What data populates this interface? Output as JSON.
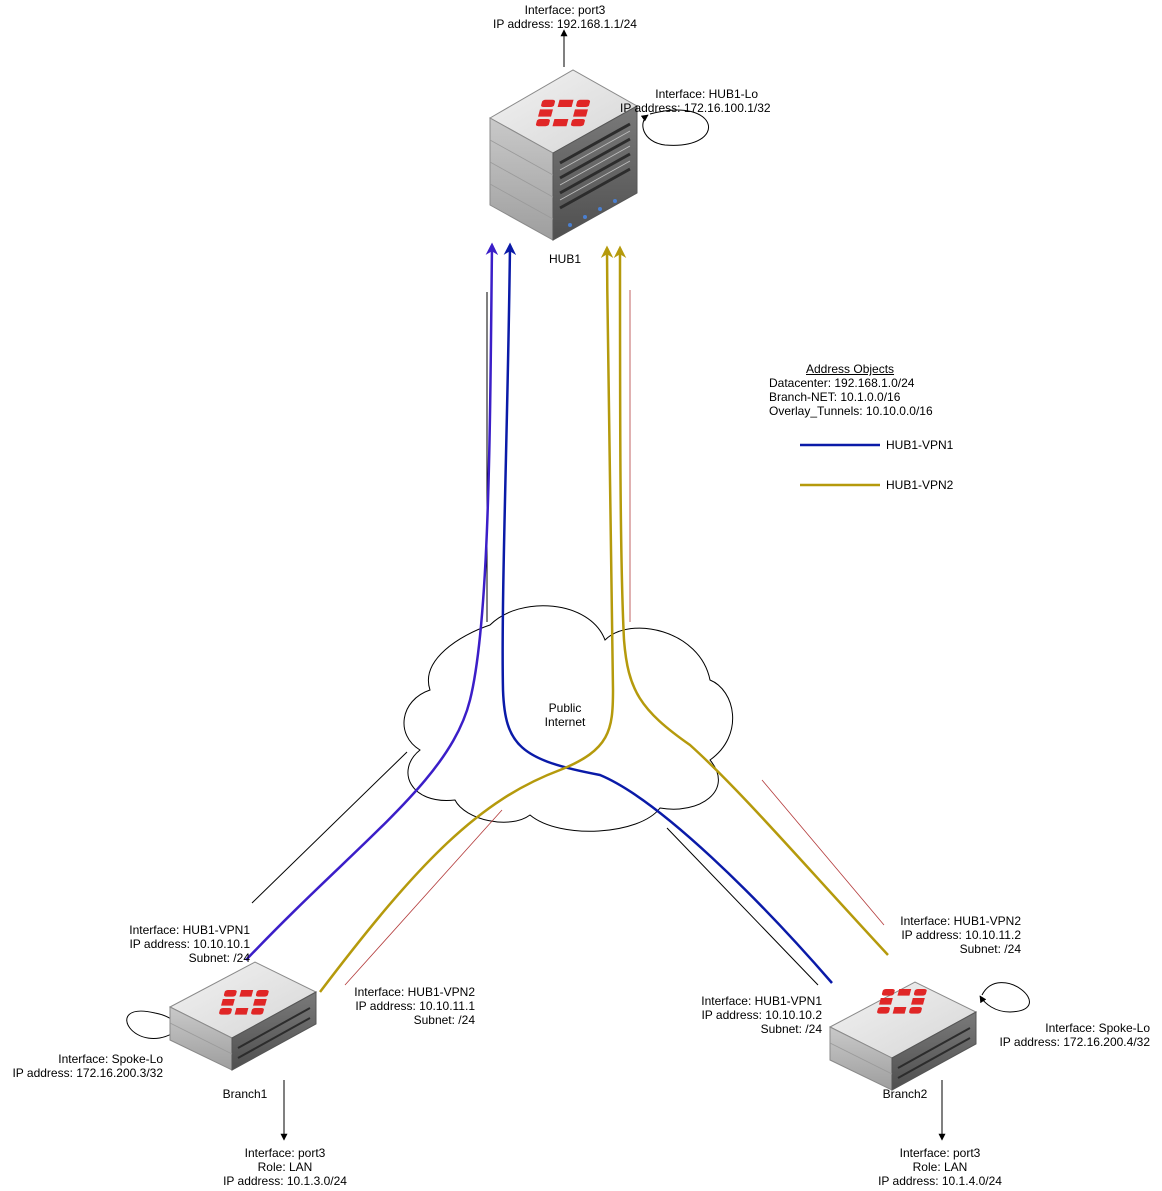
{
  "hub": {
    "name": "HUB1",
    "port3": {
      "line1": "Interface: port3",
      "line2": "IP address: 192.168.1.1/24"
    },
    "loopback": {
      "line1": "Interface: HUB1-Lo",
      "line2": "IP address: 172.16.100.1/32"
    }
  },
  "cloud": {
    "line1": "Public",
    "line2": "Internet"
  },
  "address_objects": {
    "title": "Address Objects",
    "items": [
      "Datacenter: 192.168.1.0/24",
      "Branch-NET: 10.1.0.0/16",
      "Overlay_Tunnels: 10.10.0.0/16"
    ]
  },
  "legend": {
    "vpn1": {
      "label": "HUB1-VPN1",
      "color": "#0a1aa8"
    },
    "vpn2": {
      "label": "HUB1-VPN2",
      "color": "#b59a0c"
    }
  },
  "branch1": {
    "name": "Branch1",
    "vpn1": {
      "line1": "Interface: HUB1-VPN1",
      "line2": "IP address: 10.10.10.1",
      "line3": "Subnet: /24"
    },
    "vpn2": {
      "line1": "Interface: HUB1-VPN2",
      "line2": "IP address: 10.10.11.1",
      "line3": "Subnet: /24"
    },
    "loopback": {
      "line1": "Interface: Spoke-Lo",
      "line2": "IP address: 172.16.200.3/32"
    },
    "port3": {
      "line1": "Interface: port3",
      "line2": "Role: LAN",
      "line3": "IP address: 10.1.3.0/24"
    }
  },
  "branch2": {
    "name": "Branch2",
    "vpn1": {
      "line1": "Interface: HUB1-VPN1",
      "line2": "IP address: 10.10.10.2",
      "line3": "Subnet: /24"
    },
    "vpn2": {
      "line1": "Interface: HUB1-VPN2",
      "line2": "IP address: 10.10.11.2",
      "line3": "Subnet: /24"
    },
    "loopback": {
      "line1": "Interface: Spoke-Lo",
      "line2": "IP address: 172.16.200.4/32"
    },
    "port3": {
      "line1": "Interface: port3",
      "line2": "Role: LAN",
      "line3": "IP address: 10.1.4.0/24"
    }
  },
  "colors": {
    "brand_red": "#e02626",
    "vpn1_purple": "#3b1ec8",
    "thin_red": "#b33a3a"
  }
}
